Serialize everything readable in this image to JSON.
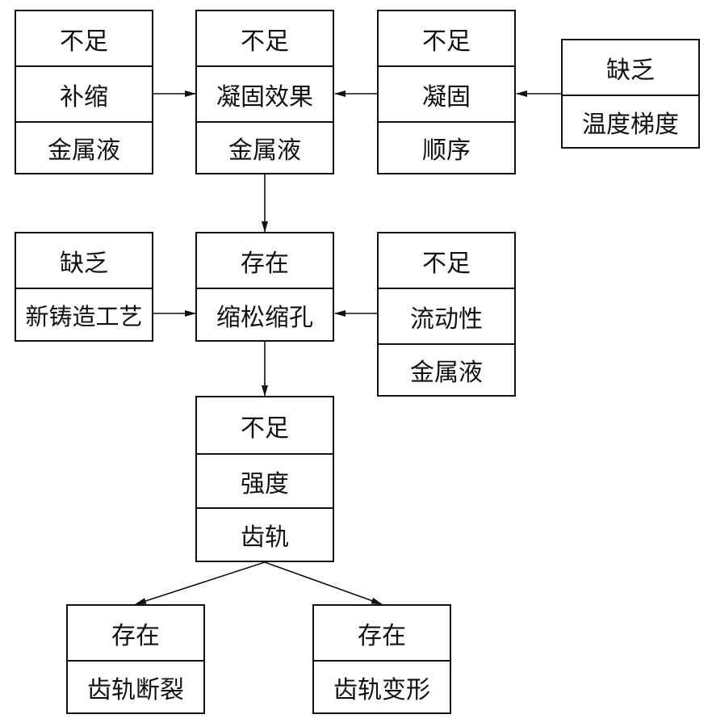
{
  "nodes": {
    "n1": {
      "rows": [
        "不足",
        "补缩",
        "金属液"
      ]
    },
    "n2": {
      "rows": [
        "不足",
        "凝固效果",
        "金属液"
      ]
    },
    "n3": {
      "rows": [
        "不足",
        "凝固",
        "顺序"
      ]
    },
    "n4": {
      "rows": [
        "缺乏",
        "温度梯度"
      ]
    },
    "n5": {
      "rows": [
        "缺乏",
        "新铸造工艺"
      ]
    },
    "n6": {
      "rows": [
        "存在",
        "缩松缩孔"
      ]
    },
    "n7": {
      "rows": [
        "不足",
        "流动性",
        "金属液"
      ]
    },
    "n8": {
      "rows": [
        "不足",
        "强度",
        "齿轨"
      ]
    },
    "n9": {
      "rows": [
        "存在",
        "齿轨断裂"
      ]
    },
    "n10": {
      "rows": [
        "存在",
        "齿轨变形"
      ]
    }
  },
  "edges": [
    {
      "from": "n1",
      "to": "n2"
    },
    {
      "from": "n3",
      "to": "n2"
    },
    {
      "from": "n4",
      "to": "n3"
    },
    {
      "from": "n2",
      "to": "n6"
    },
    {
      "from": "n5",
      "to": "n6"
    },
    {
      "from": "n7",
      "to": "n6"
    },
    {
      "from": "n6",
      "to": "n8"
    },
    {
      "from": "n8",
      "to": "n9"
    },
    {
      "from": "n8",
      "to": "n10"
    }
  ]
}
